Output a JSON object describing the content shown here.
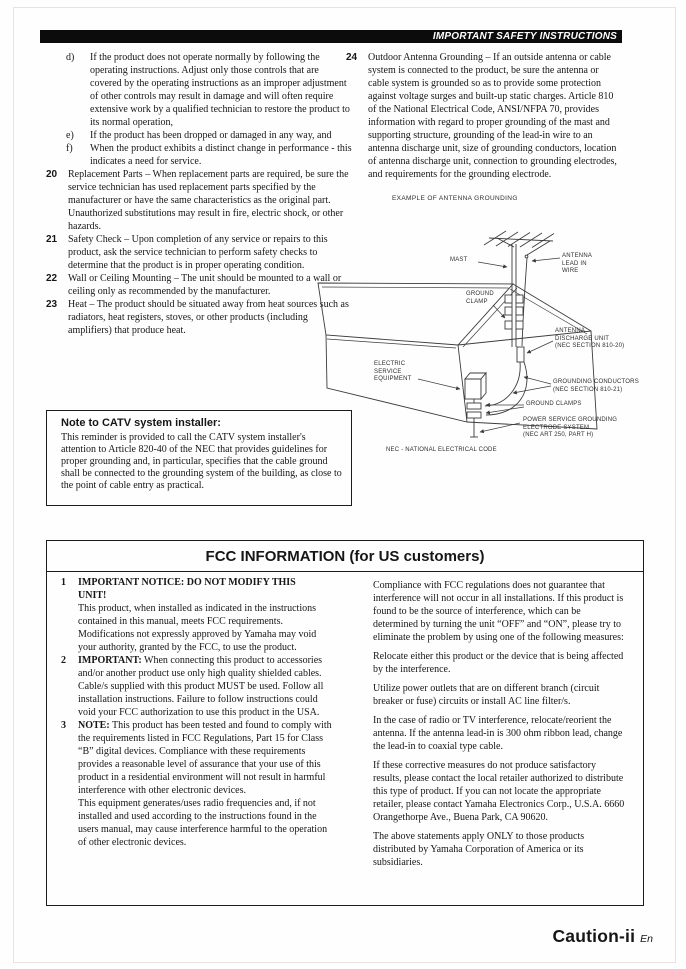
{
  "header": {
    "title": "IMPORTANT SAFETY INSTRUCTIONS"
  },
  "left_items": [
    {
      "label": "d)",
      "text": "If the product does not operate normally by following the operating instructions. Adjust only those controls that are covered by the operating instructions as an improper adjustment of other controls may result in damage and will often require extensive work by a qualified technician to restore the product to its normal operation,"
    },
    {
      "label": "e)",
      "text": "If the product has been dropped or damaged in any way, and"
    },
    {
      "label": "f)",
      "text": "When the product exhibits a distinct change in performance - this indicates a need for service."
    },
    {
      "label": "20",
      "text": "Replacement Parts – When replacement parts are required, be sure the service technician has used replacement parts specified by the manufacturer or have the same characteristics as the original part. Unauthorized substitutions may result in fire, electric shock, or other hazards."
    },
    {
      "label": "21",
      "text": "Safety Check – Upon completion of any service or repairs to this product, ask the service technician to perform safety checks to determine that the product is in proper operating condition."
    },
    {
      "label": "22",
      "text": "Wall or Ceiling Mounting – The unit should be mounted to a wall or ceiling only as recommended by the manufacturer."
    },
    {
      "label": "23",
      "text": "Heat – The product should be situated away from heat sources such as radiators, heat registers, stoves, or other products (including amplifiers) that produce heat."
    }
  ],
  "item24": {
    "label": "24",
    "text": "Outdoor Antenna Grounding – If an outside antenna or cable system is connected to the product, be sure the antenna or cable system is grounded so as to provide some protection against voltage surges and built-up static charges. Article 810 of the National Electrical Code, ANSI/NFPA 70, provides information with regard to proper grounding of the mast and supporting structure, grounding of the lead-in wire to an antenna discharge unit, size of grounding conductors, location of antenna discharge unit, connection to grounding electrodes, and requirements for the grounding electrode."
  },
  "catv": {
    "title": "Note to CATV system installer:",
    "body": "This reminder is provided to call the CATV system installer's attention to Article 820-40 of the NEC that provides guidelines for proper grounding and, in particular, specifies that the cable ground shall be connected to the grounding system of the building, as close to the point of cable entry as practical."
  },
  "diagram": {
    "caption": "EXAMPLE OF ANTENNA GROUNDING",
    "labels": {
      "mast": "MAST",
      "lead_in": "ANTENNA\nLEAD IN\nWIRE",
      "ground_clamp": "GROUND\nCLAMP",
      "discharge_unit": "ANTENNA\nDISCHARGE UNIT\n(NEC SECTION 810-20)",
      "electric_service": "ELECTRIC\nSERVICE\nEQUIPMENT",
      "grounding_conductors": "GROUNDING CONDUCTORS\n(NEC SECTION 810-21)",
      "ground_clamps": "GROUND CLAMPS",
      "power_service": "POWER SERVICE GROUNDING\nELECTRODE SYSTEM\n(NEC ART 250, PART H)",
      "footnote": "NEC - NATIONAL ELECTRICAL CODE"
    }
  },
  "fcc": {
    "title": "FCC INFORMATION (for US customers)",
    "items": [
      {
        "number": "1",
        "heading": "IMPORTANT NOTICE: DO NOT MODIFY THIS\nUNIT!",
        "body": "This product, when installed as indicated in the instructions contained in this manual, meets FCC requirements. Modifications not expressly approved by Yamaha may void your authority, granted by the FCC, to use the product."
      },
      {
        "number": "2",
        "heading": "IMPORTANT:",
        "body": "When connecting this product to accessories and/or another product use only high quality shielded cables. Cable/s supplied with this product MUST be used. Follow all installation instructions. Failure to follow instructions could void your FCC authorization to use this product in the USA."
      },
      {
        "number": "3",
        "heading": "NOTE:",
        "body": "This product has been tested and found to comply with the requirements listed in FCC Regulations, Part 15 for Class “B” digital devices. Compliance with these requirements provides a reasonable level of assurance that your use of this product in a residential environment will not result in harmful interference with other electronic devices.",
        "body2": "This equipment generates/uses radio frequencies and, if not installed and used according to the instructions found in the users manual, may cause interference harmful to the operation of other electronic devices."
      }
    ],
    "right_paragraphs": [
      "Compliance with FCC regulations does not guarantee that interference will not occur in all installations. If this product is found to be the source of interference, which can be determined by turning the unit “OFF” and “ON”, please try to eliminate the problem by using one of the following measures:",
      "Relocate either this product or the device that is being affected by the interference.",
      "Utilize power outlets that are on different branch (circuit breaker or fuse) circuits or install AC line filter/s.",
      "In the case of radio or TV interference, relocate/reorient the antenna. If the antenna lead-in is 300 ohm ribbon lead, change the lead-in to coaxial type cable.",
      "If these corrective measures do not produce satisfactory results, please contact the local retailer authorized to distribute this type of product. If you can not locate the appropriate retailer, please contact Yamaha Electronics Corp., U.S.A. 6660 Orangethorpe Ave., Buena Park, CA 90620.",
      "The above statements apply ONLY to those products distributed by Yamaha Corporation of America or its subsidiaries."
    ]
  },
  "footer": {
    "caution": "Caution-ii",
    "lang": "En"
  }
}
